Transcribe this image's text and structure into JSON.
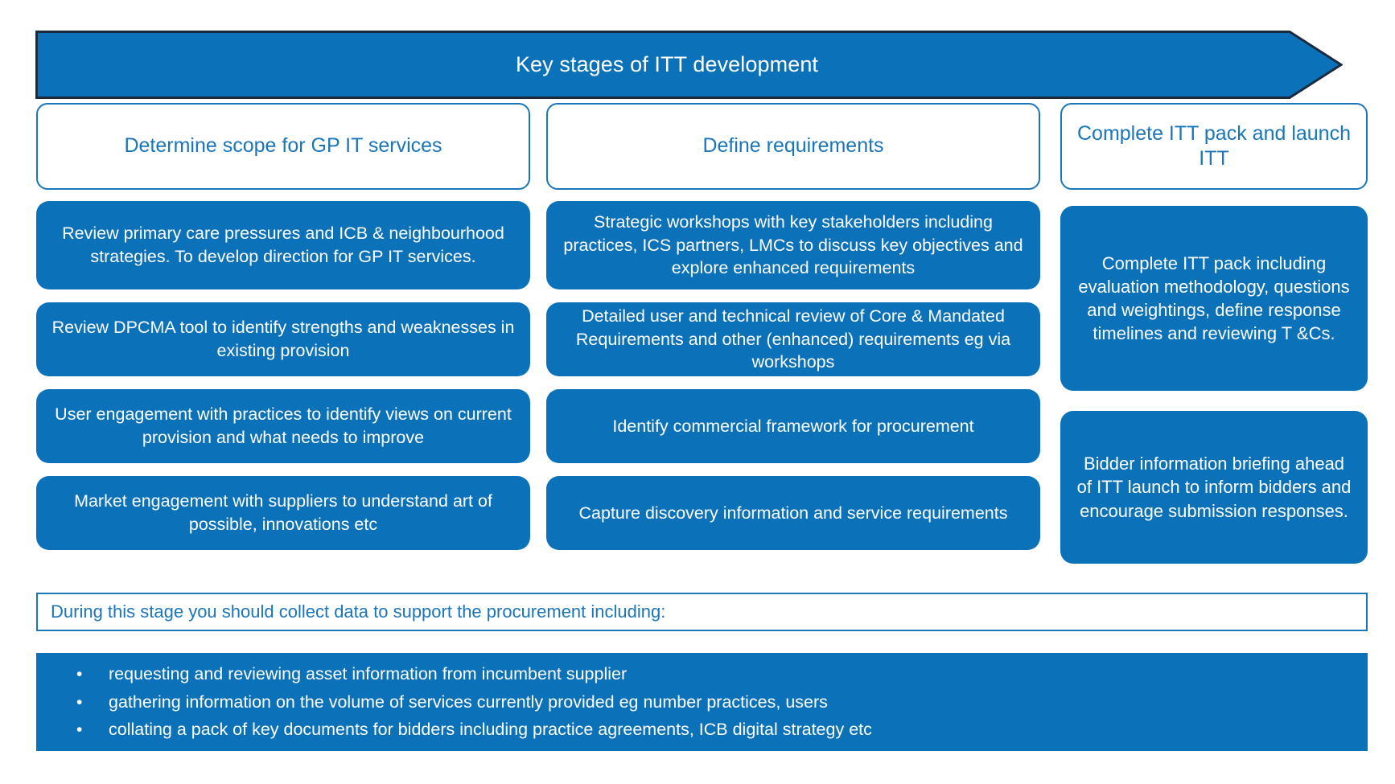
{
  "banner": {
    "title": "Key stages of ITT development",
    "fill_color": "#0b72b9",
    "border_color": "#1b2a3d",
    "text_color": "#ffffff"
  },
  "theme": {
    "blue_fill": "#0b72b9",
    "blue_outline": "#1a75bb",
    "white": "#ffffff"
  },
  "columns": [
    {
      "header": "Determine scope for GP IT services",
      "steps": [
        "Review primary care pressures and ICB & neighbourhood strategies. To develop direction for GP IT services.",
        "Review DPCMA tool to identify strengths and weaknesses in existing provision",
        "User engagement with practices to identify views on current provision and what needs to improve",
        "Market engagement with suppliers to understand art of possible, innovations etc"
      ]
    },
    {
      "header": "Define requirements",
      "steps": [
        "Strategic workshops with key stakeholders including practices, ICS partners, LMCs to discuss key objectives and explore enhanced requirements",
        "Detailed user and technical review of Core & Mandated Requirements and other (enhanced) requirements eg via workshops",
        "Identify commercial framework for procurement",
        "Capture discovery information and service requirements"
      ]
    },
    {
      "header": "Complete ITT pack and launch ITT",
      "steps": [
        "Complete ITT pack including evaluation methodology, questions and weightings, define response timelines and reviewing T &Cs.",
        "Bidder information briefing ahead of ITT launch to inform bidders and encourage submission responses."
      ]
    }
  ],
  "note": {
    "text": "During this stage you should collect data to support the procurement including:"
  },
  "bullets": {
    "marker": "•",
    "items": [
      "requesting and reviewing asset information from incumbent supplier",
      "gathering information on the volume of services currently provided eg number practices, users",
      "collating a pack of key documents for bidders including practice agreements, ICB digital strategy etc"
    ]
  }
}
